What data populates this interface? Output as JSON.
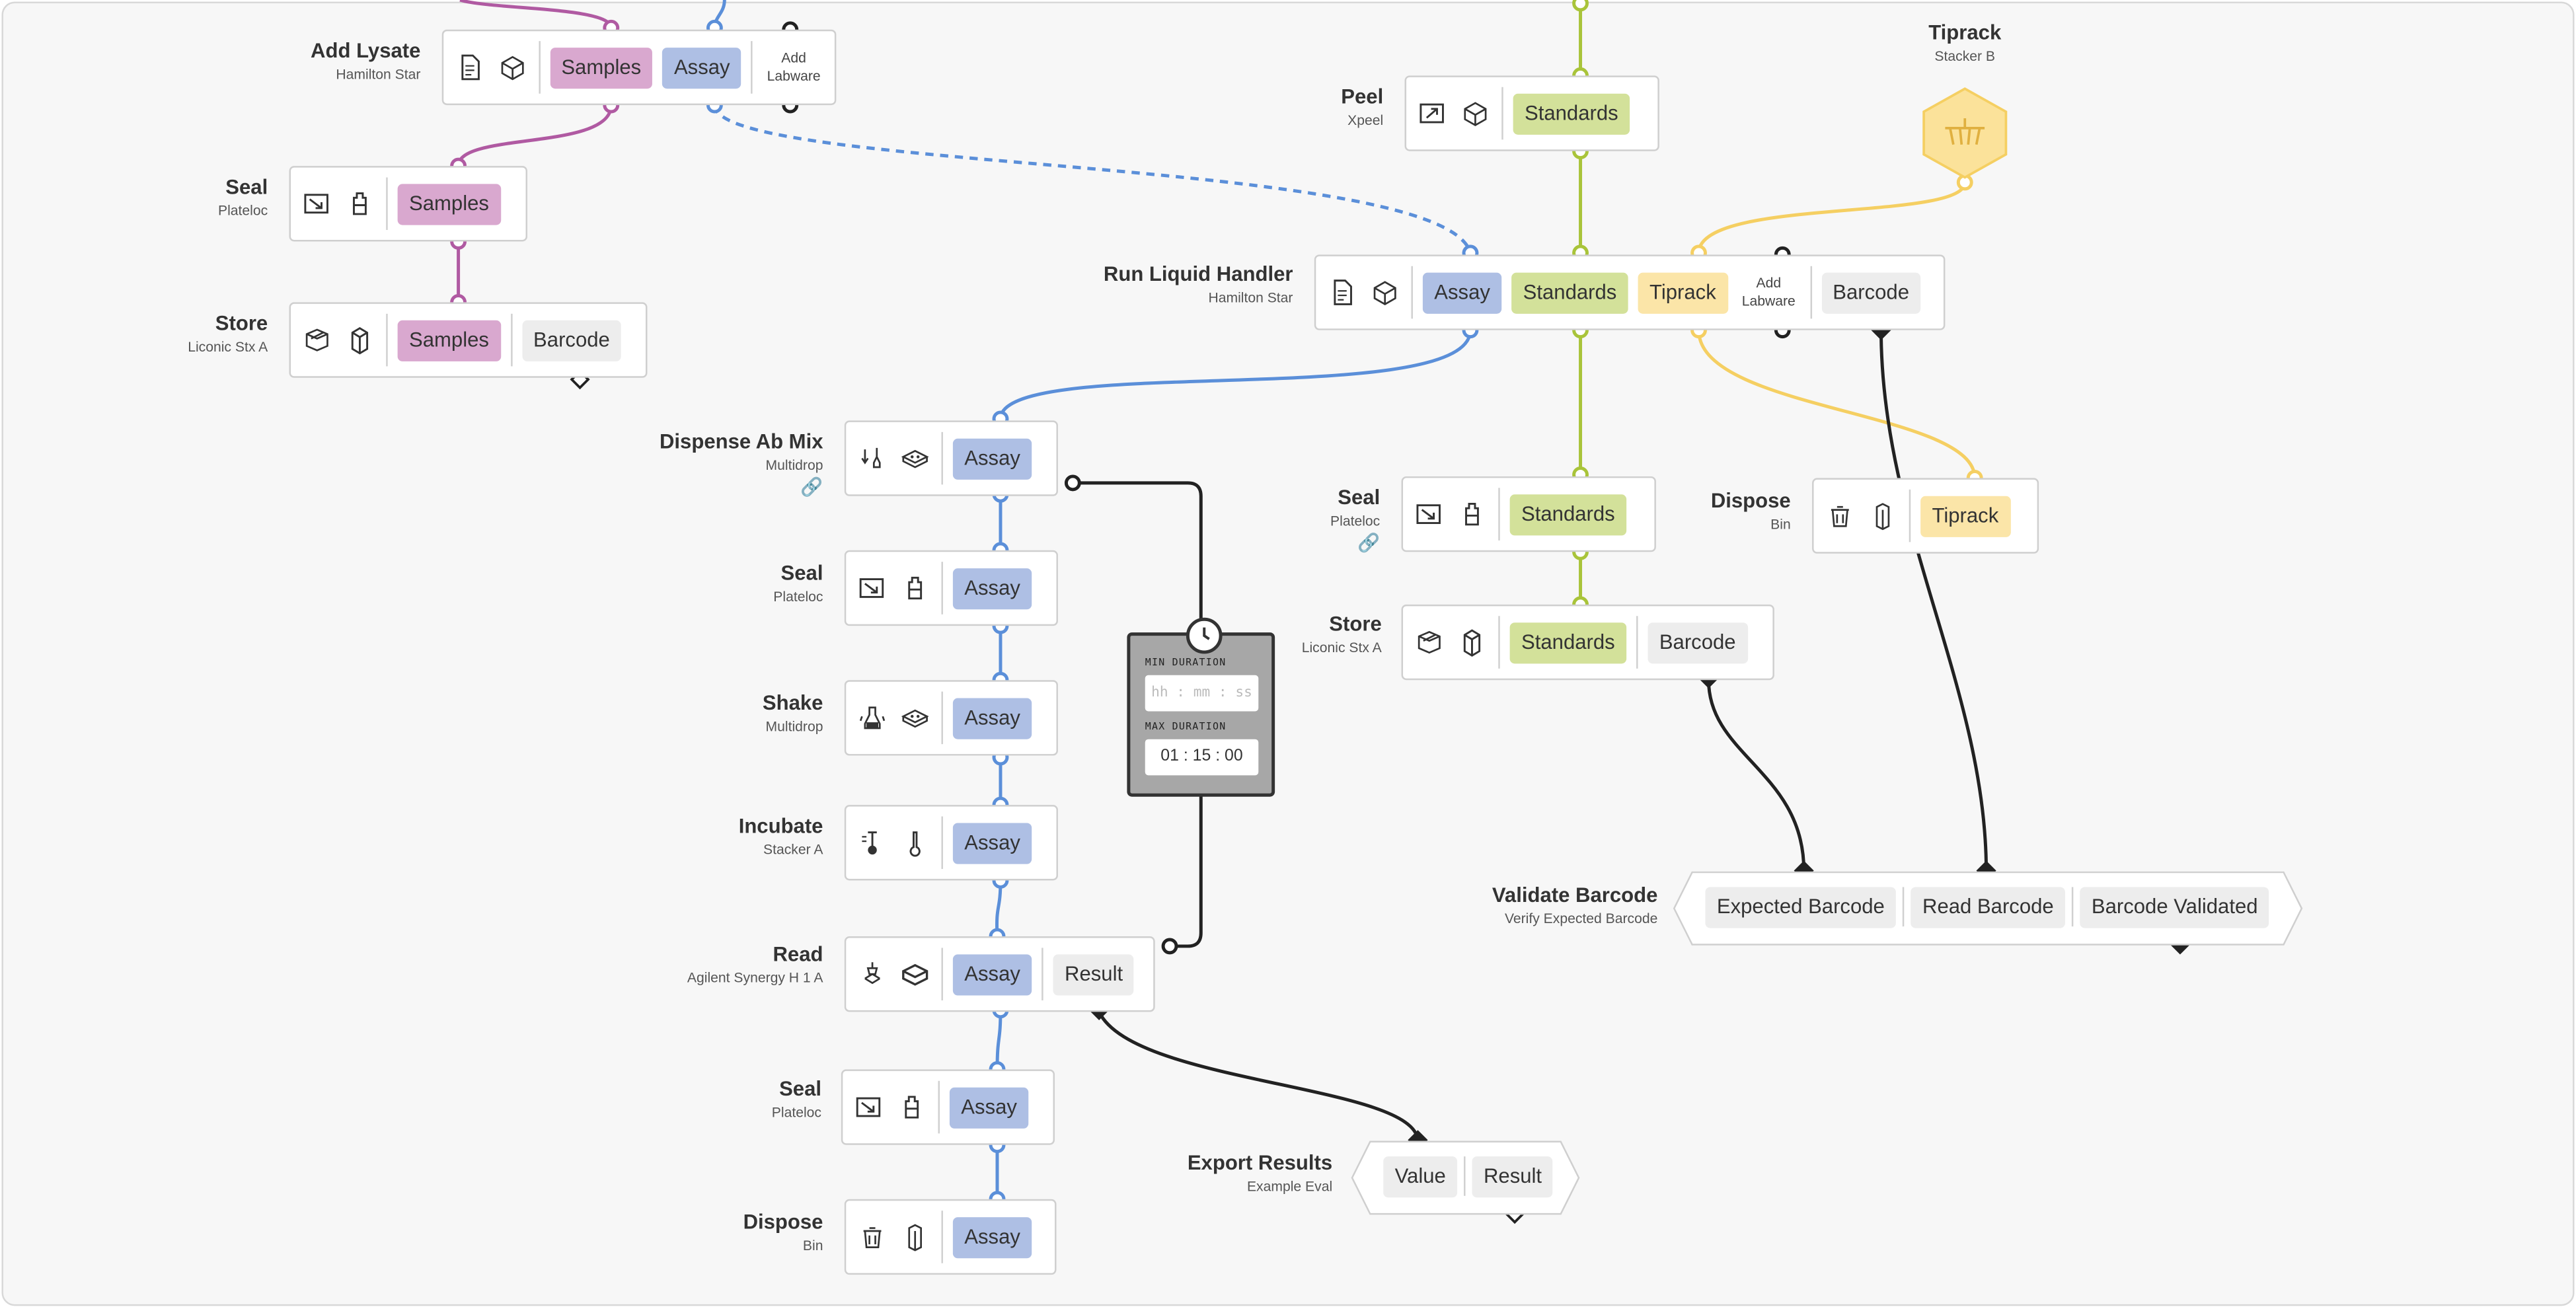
{
  "colors": {
    "samples": "#b05aa2",
    "assay": "#5b8fd9",
    "standards": "#a9c43a",
    "tiprack": "#f5cf62",
    "black": "#222222"
  },
  "steps": {
    "add_lysate": {
      "name": "Add Lysate",
      "device": "Hamilton Star",
      "pills": [
        "Samples",
        "Assay"
      ],
      "add_labware": "Add Labware"
    },
    "seal1": {
      "name": "Seal",
      "device": "Plateloc",
      "pill": "Samples"
    },
    "store1": {
      "name": "Store",
      "device": "Liconic Stx A",
      "pill": "Samples",
      "barcode": "Barcode"
    },
    "peel": {
      "name": "Peel",
      "device": "Xpeel",
      "pill": "Standards"
    },
    "tiprack": {
      "name": "Tiprack",
      "device": "Stacker B"
    },
    "run_liquid": {
      "name": "Run Liquid Handler",
      "device": "Hamilton Star",
      "pills": [
        "Assay",
        "Standards",
        "Tiprack"
      ],
      "add_labware": "Add Labware",
      "barcode": "Barcode"
    },
    "dispense_ab": {
      "name": "Dispense Ab Mix",
      "device": "Multidrop",
      "pill": "Assay"
    },
    "seal2": {
      "name": "Seal",
      "device": "Plateloc",
      "pill": "Assay"
    },
    "shake": {
      "name": "Shake",
      "device": "Multidrop",
      "pill": "Assay"
    },
    "incubate": {
      "name": "Incubate",
      "device": "Stacker A",
      "pill": "Assay"
    },
    "read": {
      "name": "Read",
      "device": "Agilent Synergy H 1 A",
      "pill": "Assay",
      "result": "Result"
    },
    "seal3": {
      "name": "Seal",
      "device": "Plateloc",
      "pill": "Assay"
    },
    "dispose1": {
      "name": "Dispose",
      "device": "Bin",
      "pill": "Assay"
    },
    "seal4": {
      "name": "Seal",
      "device": "Plateloc",
      "pill": "Standards"
    },
    "store2": {
      "name": "Store",
      "device": "Liconic Stx A",
      "pill": "Standards",
      "barcode": "Barcode"
    },
    "dispose2": {
      "name": "Dispose",
      "device": "Bin",
      "pill": "Tiprack"
    },
    "validate": {
      "name": "Validate Barcode",
      "device": "Verify Expected Barcode",
      "pills": [
        "Expected Barcode",
        "Read Barcode",
        "Barcode Validated"
      ]
    },
    "export": {
      "name": "Export Results",
      "device": "Example Eval",
      "pills": [
        "Value",
        "Result"
      ]
    }
  },
  "timer": {
    "min_label": "MIN DURATION",
    "min_placeholder": "hh : mm : ss",
    "max_label": "MAX DURATION",
    "max_value": "01 : 15 : 00"
  },
  "icons": [
    "document-icon",
    "box-icon",
    "seal-icon",
    "store-icon",
    "peel-icon",
    "dispense-icon",
    "shake-icon",
    "incubate-icon",
    "read-icon",
    "trash-icon",
    "clock-icon",
    "link-icon",
    "tiprack-icon"
  ]
}
